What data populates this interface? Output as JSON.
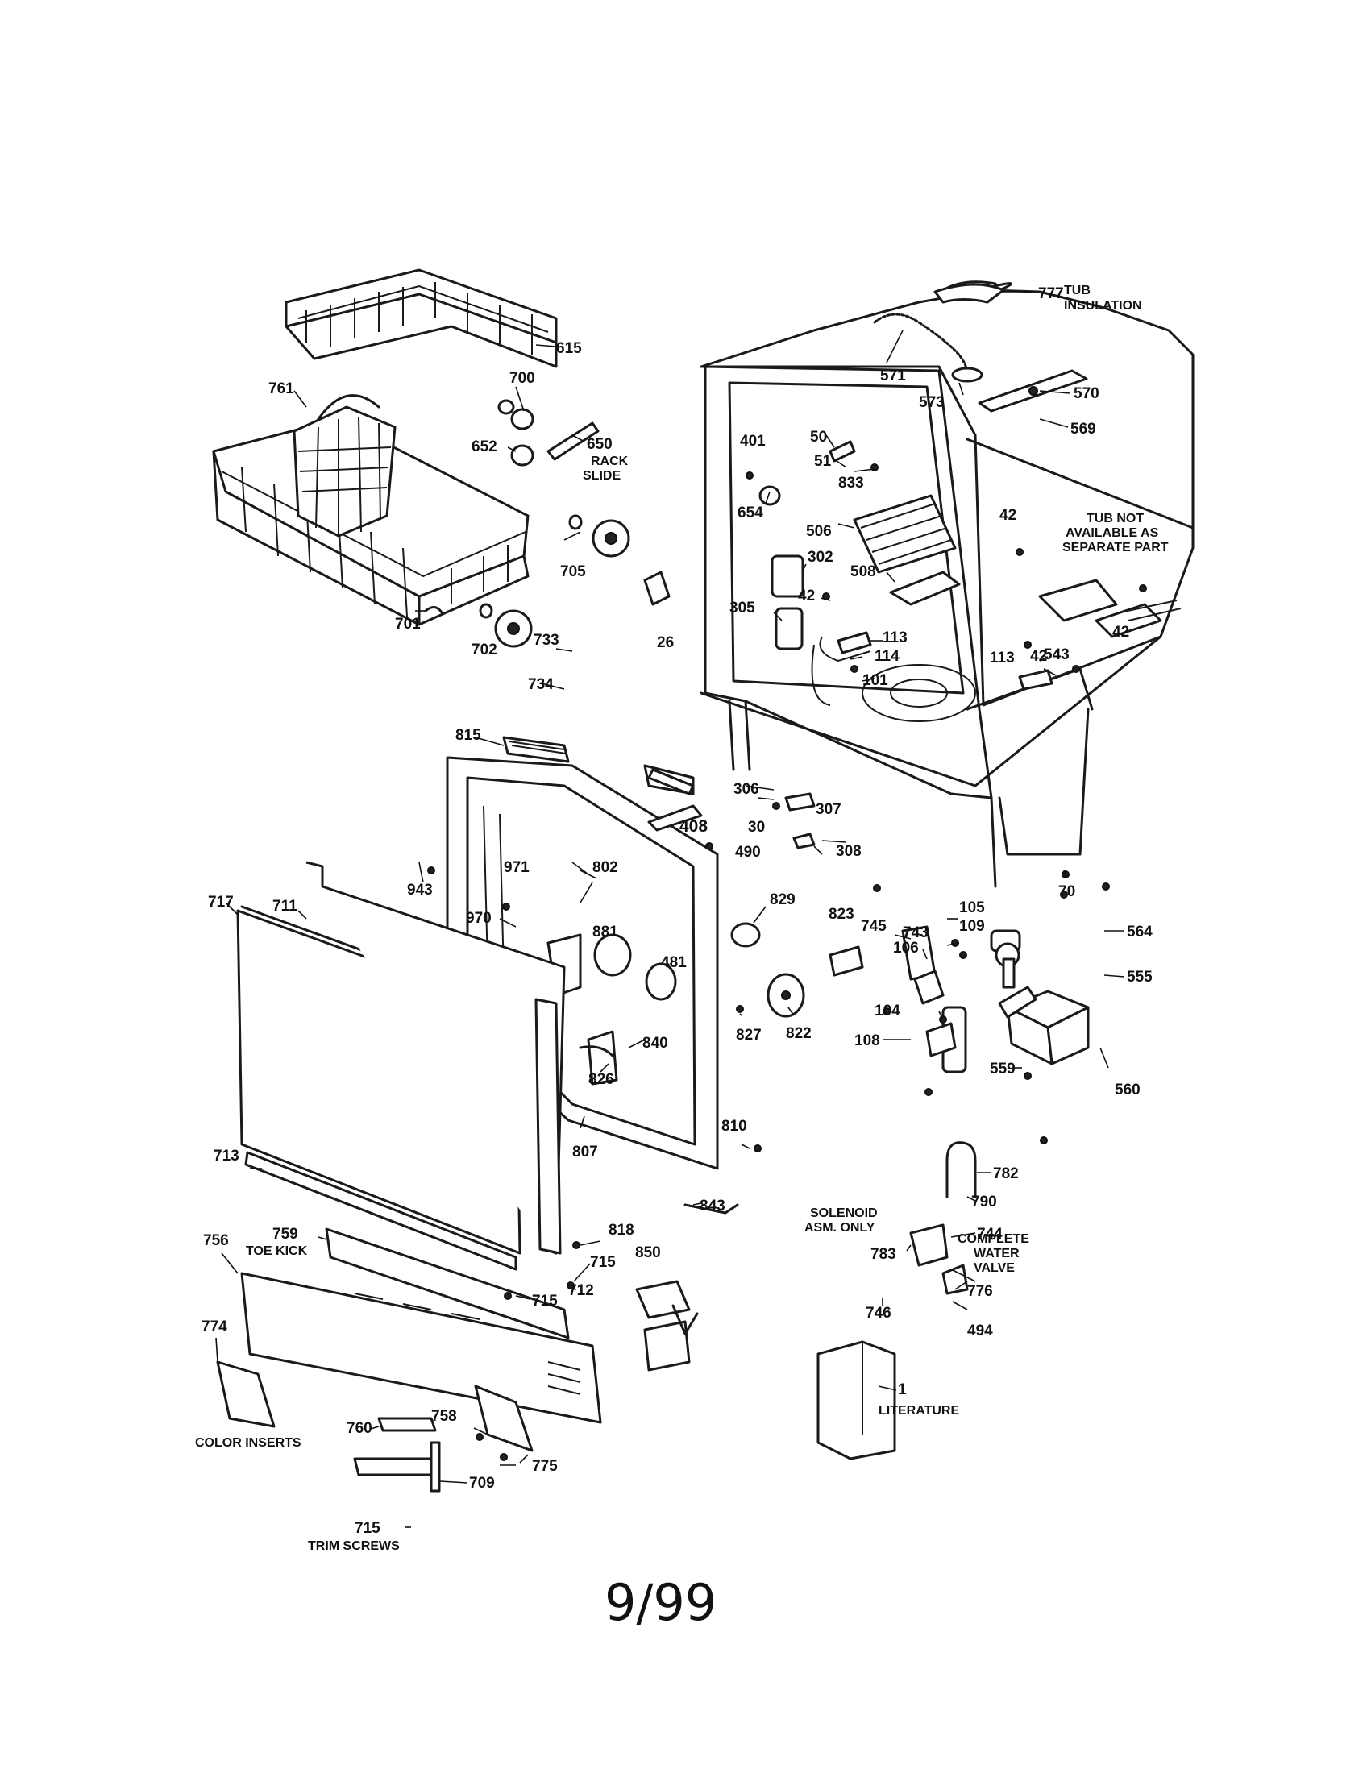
{
  "page": {
    "footer": "9/99"
  },
  "notes": [
    {
      "id": "tub-insulation",
      "lines": [
        "TUB",
        "INSULATION"
      ]
    },
    {
      "id": "tub-not-available",
      "lines": [
        "TUB NOT",
        "AVAILABLE AS",
        "SEPARATE PART"
      ]
    },
    {
      "id": "rack-slide",
      "lines": [
        "RACK",
        "SLIDE"
      ]
    },
    {
      "id": "toe-kick",
      "lines": [
        "TOE KICK"
      ]
    },
    {
      "id": "solenoid",
      "lines": [
        "SOLENOID",
        "ASM. ONLY"
      ]
    },
    {
      "id": "complete-water-valve",
      "lines": [
        "COMPLETE",
        "WATER",
        "VALVE"
      ]
    },
    {
      "id": "literature",
      "lines": [
        "LITERATURE"
      ]
    },
    {
      "id": "color-inserts",
      "lines": [
        "COLOR INSERTS"
      ]
    },
    {
      "id": "trim-screws",
      "lines": [
        "TRIM SCREWS"
      ]
    }
  ],
  "parts": [
    "777",
    "571",
    "573",
    "570",
    "569",
    "615",
    "700",
    "761",
    "650",
    "652",
    "401",
    "50",
    "51",
    "833",
    "654",
    "506",
    "302",
    "42",
    "508",
    "305",
    "113",
    "114",
    "101",
    "543",
    "705",
    "701",
    "702",
    "733",
    "26",
    "734",
    "815",
    "306",
    "307",
    "30",
    "408",
    "490",
    "308",
    "943",
    "971",
    "802",
    "970",
    "717",
    "711",
    "881",
    "481",
    "829",
    "823",
    "745",
    "743",
    "105",
    "109",
    "70",
    "564",
    "555",
    "106",
    "104",
    "108",
    "559",
    "560",
    "822",
    "827",
    "840",
    "826",
    "810",
    "807",
    "713",
    "843",
    "782",
    "790",
    "744",
    "783",
    "776",
    "494",
    "746",
    "818",
    "715",
    "712",
    "759",
    "756",
    "850",
    "774",
    "758",
    "760",
    "775",
    "709",
    "1"
  ]
}
